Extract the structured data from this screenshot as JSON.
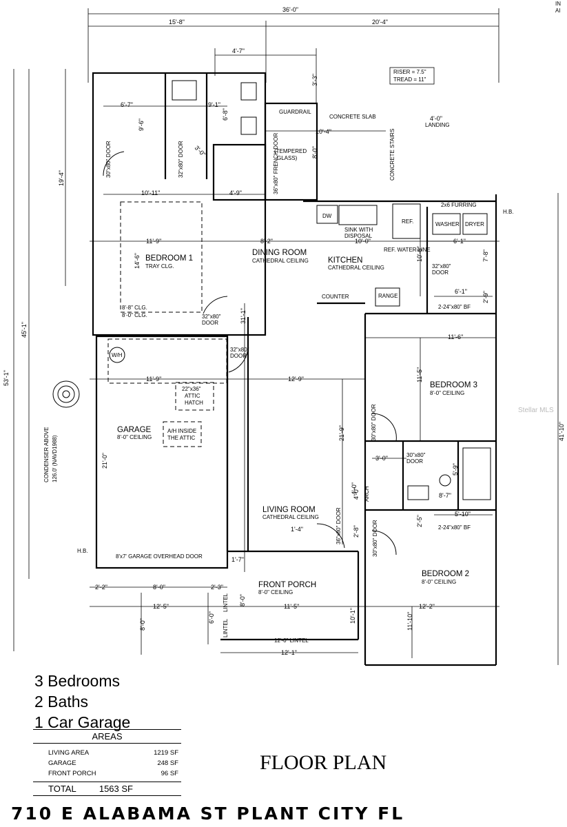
{
  "plan": {
    "dims": {
      "overall_width": "36'-0\"",
      "left_width": "15'-8\"",
      "right_width": "20'-4\"",
      "stair_width": "4'-7\"",
      "overall_depth": "53'-1\"",
      "depth_45": "45'-1\"",
      "depth_19": "19'-4\"",
      "depth_41": "41'-10\"",
      "d_3_3": "3'-3\"",
      "d_6_7": "6'-7\"",
      "d_9_1": "9'-1\"",
      "d_9_6": "9'-6\"",
      "d_6_8": "6'-8\"",
      "d_3_0": "3'-0\"",
      "d_10_11": "10'-11\"",
      "d_4_9": "4'-9\"",
      "d_10_4": "10'-4\"",
      "d_8_0a": "8'-0\"",
      "d_4_0": "4'-0\"",
      "d_11_9a": "11'-9\"",
      "d_8_2": "8'-2\"",
      "d_10_0": "10'-0\"",
      "d_6_1a": "6'-1\"",
      "d_7_8": "7'-8\"",
      "d_14_6": "14'-6\"",
      "d_10_5": "10'-5\"",
      "d_31_1": "31'-1\"",
      "d_6_1b": "6'-1\"",
      "d_2_9": "2'-9\"",
      "d_11_6": "11'-6\"",
      "d_11_9b": "11'-9\"",
      "d_12_9": "12'-9\"",
      "d_11_5a": "11'-5\"",
      "d_21_9": "21'-9\"",
      "d_21_0": "21'-0\"",
      "d_3_0b": "3'-0\"",
      "d_5_9": "5'-9\"",
      "d_8_7": "8'-7\"",
      "d_4_0b": "4'-0\"",
      "d_2_5": "2'-5\"",
      "d_5_10": "5'-10\"",
      "d_1_4": "1'-4\"",
      "d_2_8": "2'-8\"",
      "d_1_7": "1'-7\"",
      "d_2_2": "2'-2\"",
      "d_8_0b": "8'-0\"",
      "d_2_3": "2'-3\"",
      "d_12_5": "12'-5\"",
      "d_11_5b": "11'-5\"",
      "d_12_2": "12'-2\"",
      "d_8_0c": "8'-0\"",
      "d_6_0": "6'-0\"",
      "d_10_1": "10'-1\"",
      "d_11_10": "11'-10\"",
      "d_12_1": "12'-1\""
    },
    "rooms": {
      "bedroom1": "BEDROOM 1",
      "bedroom1_sub": "TRAY CLG.",
      "clg1": "8'-8\" CLG.",
      "clg2": "8'-0\" CLG.",
      "dining": "DINING ROOM",
      "dining_sub": "CATHEDRAL CEILING",
      "kitchen": "KITCHEN",
      "kitchen_sub": "CATHEDRAL CEILING",
      "bedroom3": "BEDROOM 3",
      "bedroom3_sub": "8'-0\" CEILING",
      "garage": "GARAGE",
      "garage_sub": "8'-0\" CEILING",
      "living": "LIVING ROOM",
      "living_sub": "CATHEDRAL CEILING",
      "bedroom2": "BEDROOM 2",
      "bedroom2_sub": "8'-0\" CEILING",
      "porch": "FRONT PORCH",
      "porch_sub": "8'-0\" CEILING"
    },
    "labels": {
      "riser": "RISER = 7.5\"",
      "tread": "TREAD = 11\"",
      "guardrail": "GUARDRAIL",
      "slab": "CONCRETE SLAB",
      "landing_dim": "4'-0\"",
      "landing": "LANDING",
      "conc_stairs": "CONCRETE STAIRS",
      "tempered1": "(TEMPERED",
      "tempered2": "GLASS)",
      "french": "36\"x80\" FRENCH DOOR",
      "door_30": "30\"x80\" DOOR",
      "door_32a": "32\"x80\" DOOR",
      "dw": "DW",
      "sink1": "SINK WITH",
      "sink2": "DISPOSAL",
      "ref": "REF.",
      "ref_water": "REF. WATER LINE",
      "furring": "2x6 FURRING",
      "washer": "WASHER",
      "dryer": "DRYER",
      "hb1": "H.B.",
      "door_32b": "32\"x80\"",
      "door_32b2": "DOOR",
      "counter": "COUNTER",
      "range": "RANGE",
      "bf1": "2-24\"x80\" BF",
      "door_32c": "32\"x80\"",
      "door_32c2": "DOOR",
      "door_32d": "32\"x80\"",
      "door_32d2": "DOOR",
      "wh": "W/H",
      "attic1": "22\"x36\"",
      "attic2": "ATTIC",
      "attic3": "HATCH",
      "ah1": "A/H INSIDE",
      "ah2": "THE ATTIC",
      "door_30b": "30\"x80\" DOOR",
      "door_30c": "30\"x80\"",
      "door_30c2": "DOOR",
      "arch": "ARCH",
      "bf2": "2-24\"x80\" BF",
      "door_36": "36\"x80\" DOOR",
      "door_30d": "30\"x80\" DOOR",
      "condenser1": "CONDENSER ABOVE",
      "condenser2": "126.0' (NAVD1988)",
      "hb2": "H.B.",
      "garage_door": "8'x7' GARAGE OVERHEAD DOOR",
      "lintel1": "LINTEL",
      "lintel2": "LINTEL",
      "lintel3": "12'-0\" LINTEL",
      "corner1": "IN",
      "corner2": "AI"
    }
  },
  "summary": {
    "bedrooms": "3 Bedrooms",
    "baths": "2 Baths",
    "garage": "1 Car Garage"
  },
  "areas": {
    "title": "AREAS",
    "rows": [
      {
        "label": "LIVING AREA",
        "value": "1219 SF"
      },
      {
        "label": "GARAGE",
        "value": "248 SF"
      },
      {
        "label": "FRONT PORCH",
        "value": "96 SF"
      }
    ],
    "total_label": "TOTAL",
    "total_value": "1563 SF"
  },
  "title": "FLOOR PLAN",
  "address": "710 E ALABAMA ST PLANT CITY FL",
  "watermark": "Stellar MLS"
}
